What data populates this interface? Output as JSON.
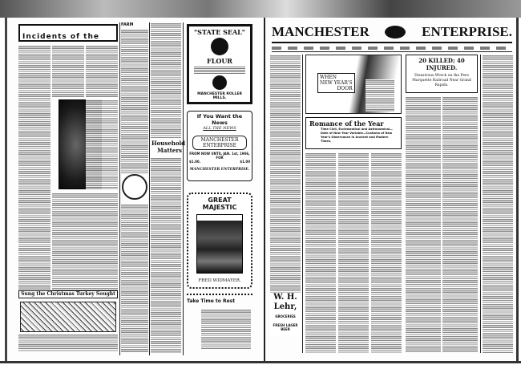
{
  "left_page": {
    "headline": "Incidents of the Nativity",
    "farm_column": "FARM",
    "household": [
      "Household",
      "Matters"
    ],
    "turkey_headline": "Sung the Christmas Turkey Sought to Sing",
    "ads": {
      "state_seal": {
        "title": "\"STATE SEAL\"",
        "product": "FLOUR",
        "maker": "MANCHESTER ROLLER MILLS."
      },
      "news": {
        "title": "If You Want the News",
        "subtitle": "ALL THE NEWS",
        "paper": [
          "MANCHESTER",
          "ENTERPRISE"
        ],
        "offer": "FROM NOW UNTIL JAN. 1st, 1906, FOR",
        "price_left": "$1.00.",
        "price_right": "$1.00",
        "signature": "MANCHESTER ENTERPRISE."
      },
      "majestic": {
        "title": "GREAT MAJESTIC",
        "dealer": "FRED WIDMAYER."
      },
      "rest": {
        "title": "Take Time to Rest"
      }
    }
  },
  "right_page": {
    "masthead": [
      "MANCHESTER",
      "ENTERPRISE."
    ],
    "new_year": [
      "WHEN",
      "NEW YEAR'S",
      "DOOR"
    ],
    "disaster": {
      "headline": "20 KILLED; 40 INJURED.",
      "subhead": "Disastrous Wreck on the Pere Marquette Railroad Near Grand Rapids."
    },
    "romance": {
      "title": "Romance of the Year",
      "subtitle": "Time Civil, Ecclesiastical and Astronomical—Date of New Year Variable—Customs of New Year's Observance in Ancient and Modern Times."
    },
    "lehr": {
      "name": "W. H. Lehr,",
      "trade": "GROCERIES",
      "item": "FRESH LAGER BEER"
    }
  }
}
